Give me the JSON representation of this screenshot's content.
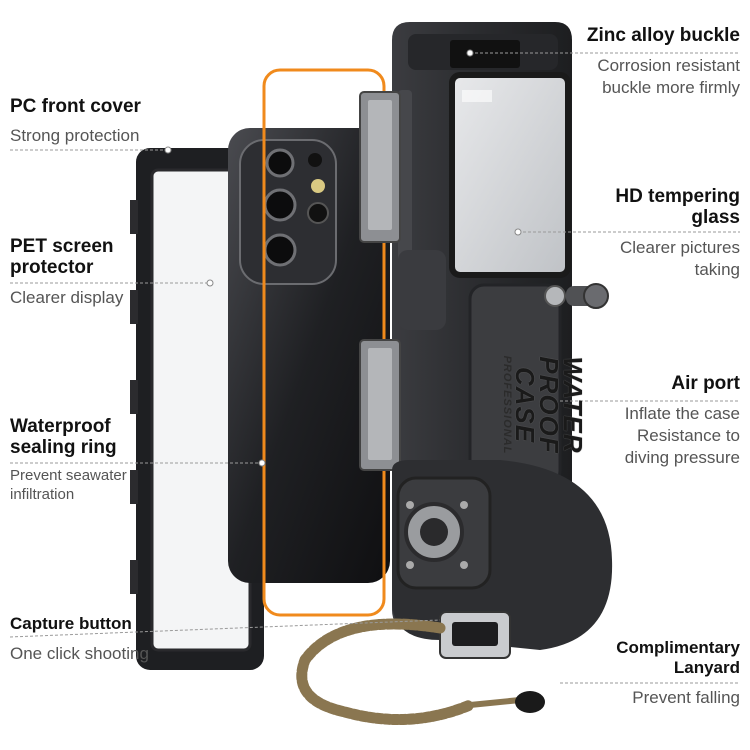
{
  "labels": {
    "pc_front_cover": {
      "title": "PC front cover",
      "desc": "Strong protection"
    },
    "pet_screen_protector": {
      "title": "PET screen\nprotector",
      "desc": "Clearer display"
    },
    "waterproof_ring": {
      "title": "Waterproof\nsealing ring",
      "desc": "Prevent seawater\ninfiltration"
    },
    "capture_button": {
      "title": "Capture button",
      "desc": "One click shooting"
    },
    "zinc_buckle": {
      "title": "Zinc alloy buckle",
      "desc": "Corrosion resistant\nbuckle more firmly"
    },
    "hd_glass": {
      "title": "HD tempering\nglass",
      "desc": "Clearer pictures\ntaking"
    },
    "air_port": {
      "title": "Air port",
      "desc": "Inflate the case\nResistance to\ndiving pressure"
    },
    "lanyard": {
      "title": "Complimentary\nLanyard",
      "desc": "Prevent falling"
    }
  },
  "case_print": {
    "brand_line1": "WATER",
    "brand_line2": "PROOF",
    "brand_line3": "CASE",
    "tagline": "PROFESSIONAL"
  },
  "colors": {
    "accent_orange": "#f08a1c",
    "case_body": "#2f3033",
    "lanyard": "#8a7650"
  }
}
